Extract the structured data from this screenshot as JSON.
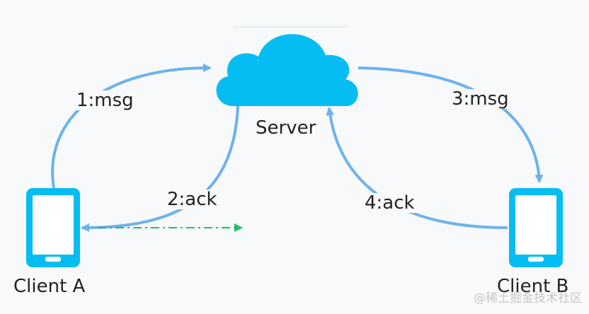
{
  "nodes": {
    "server": "Server",
    "client_a": "Client A",
    "client_b": "Client B"
  },
  "edges": {
    "e1": "1:msg",
    "e2": "2:ack",
    "e3": "3:msg",
    "e4": "4:ack"
  },
  "colors": {
    "cloud": "#05bdf2",
    "device": "#05bdf2",
    "arrow": "#6cb2ee",
    "dashed_arrow": "#1fbf6a"
  },
  "watermark": "@稀土掘金技术社区"
}
